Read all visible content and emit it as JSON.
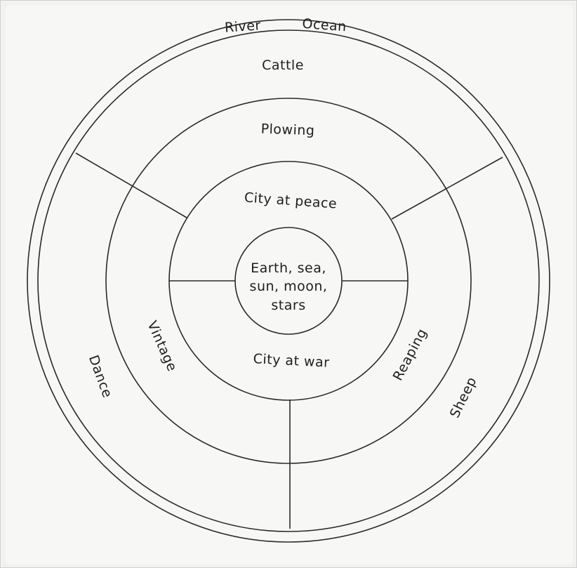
{
  "diagram": {
    "labels": {
      "river": "River",
      "ocean": "Ocean",
      "cattle": "Cattle",
      "plowing": "Plowing",
      "city_peace": "City at peace",
      "center_line1": "Earth, sea,",
      "center_line2": "sun, moon,",
      "center_line3": "stars",
      "city_war": "City at war",
      "vintage": "Vintage",
      "reaping": "Reaping",
      "dance": "Dance",
      "sheep": "Sheep"
    },
    "colors": {
      "ink": "#2a2a2a",
      "paper": "#f7f7f5"
    }
  }
}
